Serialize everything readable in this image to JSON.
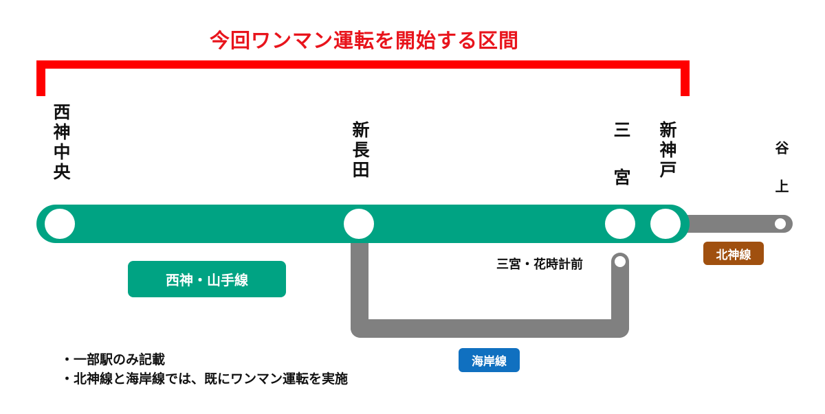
{
  "title": "今回ワンマン運転を開始する区間",
  "colors": {
    "highlight_red": "#ff0000",
    "seishin_yamate_green": "#00a383",
    "other_line_gray": "#808080",
    "hokushin_brown": "#a0500f",
    "kaigan_blue": "#1070c0",
    "text": "#111111"
  },
  "stations": {
    "seishin_chuo": "西神中央",
    "shin_nagata": "新長田",
    "sannomiya": "三宮",
    "shin_kobe": "新神戸",
    "tanigami": "谷上",
    "sannomiya_hanadokeimae": "三宮・花時計前"
  },
  "lines": {
    "seishin_yamate": "西神・山手線",
    "hokushin": "北神線",
    "kaigan": "海岸線"
  },
  "notes": [
    "・一部駅のみ記載",
    "・北神線と海岸線では、既にワンマン運転を実施"
  ]
}
